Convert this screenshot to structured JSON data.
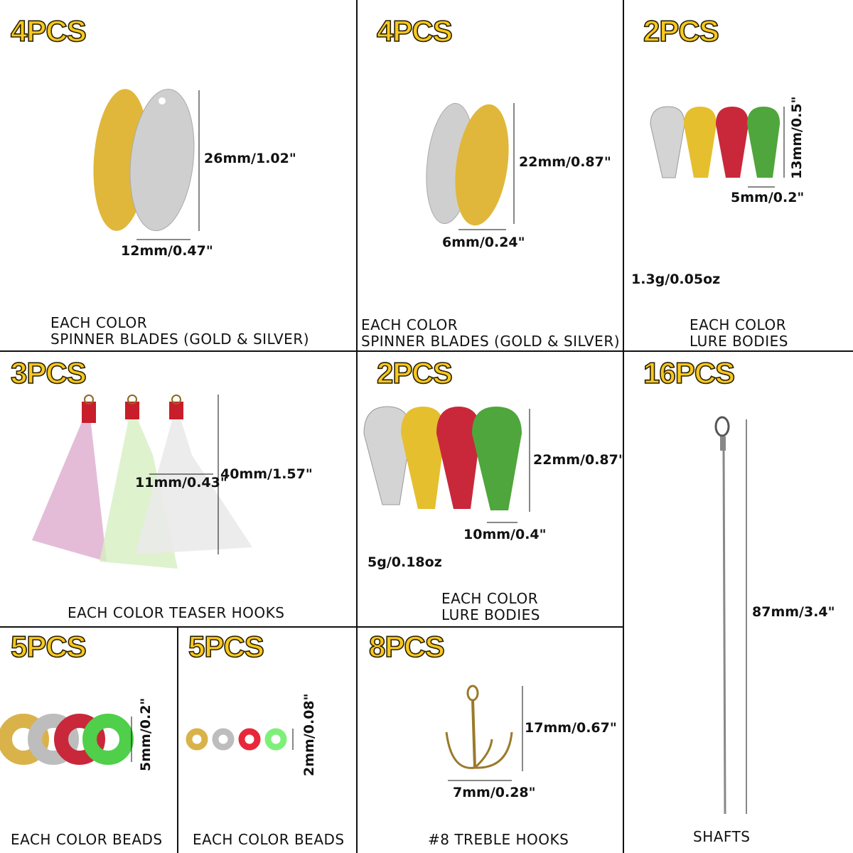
{
  "cells": [
    {
      "pcs": "4PCS",
      "caption": [
        "EACH COLOR",
        "SPINNER BLADES (GOLD & SILVER)"
      ],
      "height": "26mm/1.02\"",
      "width": "12mm/0.47\""
    },
    {
      "pcs": "4PCS",
      "caption": [
        "EACH COLOR",
        "SPINNER BLADES (GOLD & SILVER)"
      ],
      "height": "22mm/0.87\"",
      "width": "6mm/0.24\""
    },
    {
      "pcs": "2PCS",
      "caption": [
        "EACH COLOR",
        "LURE BODIES"
      ],
      "height": "13mm/0.5\"",
      "width": "5mm/0.2\"",
      "weight": "1.3g/0.05oz"
    },
    {
      "pcs": "3PCS",
      "caption": [
        "EACH COLOR TEASER HOOKS"
      ],
      "height": "40mm/1.57\"",
      "width": "11mm/0.43\""
    },
    {
      "pcs": "2PCS",
      "caption": [
        "EACH COLOR",
        "LURE BODIES"
      ],
      "height": "22mm/0.87\"",
      "width": "10mm/0.4\"",
      "weight": "5g/0.18oz"
    },
    {
      "pcs": "16PCS",
      "caption": [
        "SHAFTS"
      ],
      "height": "87mm/3.4\""
    },
    {
      "pcs": "5PCS",
      "caption": [
        "EACH COLOR BEADS"
      ],
      "height": "5mm/0.2\""
    },
    {
      "pcs": "5PCS",
      "caption": [
        "EACH COLOR BEADS"
      ],
      "height": "2mm/0.08\""
    },
    {
      "pcs": "8PCS",
      "caption": [
        "#8 TREBLE HOOKS"
      ],
      "height": "17mm/0.67\"",
      "width": "7mm/0.28\""
    }
  ],
  "colors": {
    "pcs_label": "#f7c81e",
    "gold": "#e0b73a",
    "silver": "#c9c9c9",
    "yellow": "#e5bf2e",
    "red": "#c8283a",
    "green": "#4fa63c"
  }
}
